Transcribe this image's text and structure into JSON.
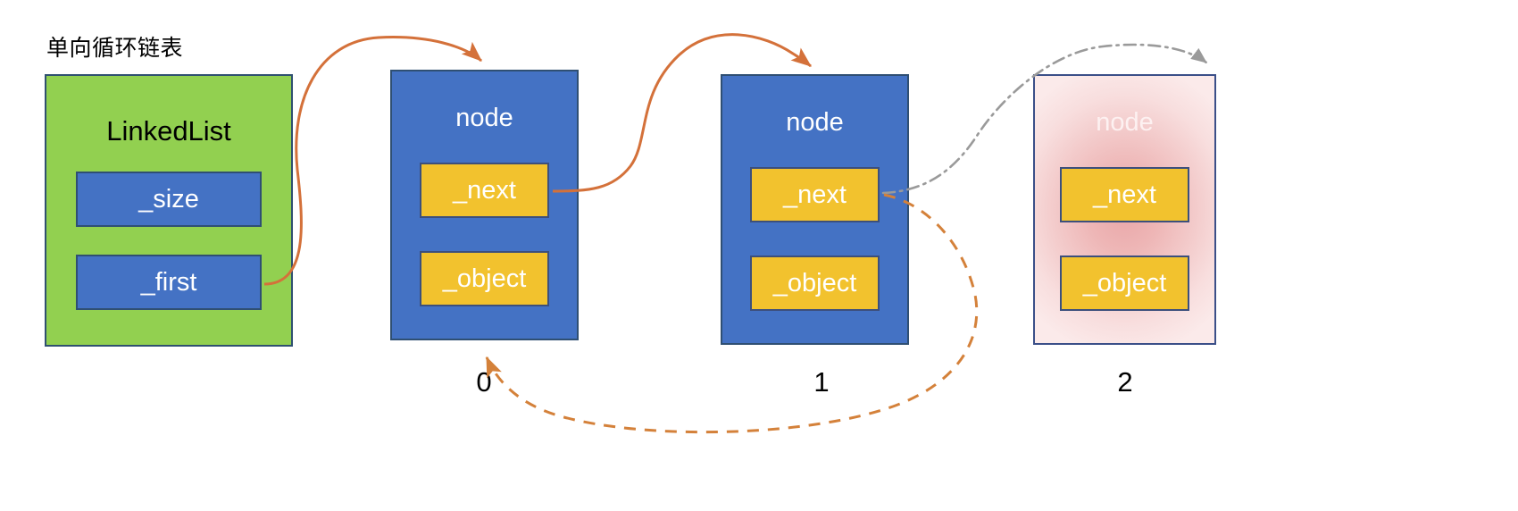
{
  "diagram": {
    "title": "单向循环链表",
    "background_color": "#ffffff"
  },
  "linked_list": {
    "label": "LinkedList",
    "fill_color": "#92d050",
    "border_color": "#2f5070",
    "fields": [
      {
        "label": "_size",
        "fill_color": "#4472c4",
        "text_color": "#ffffff"
      },
      {
        "label": "_first",
        "fill_color": "#4472c4",
        "text_color": "#ffffff"
      }
    ]
  },
  "nodes": [
    {
      "label": "node",
      "index_label": "0",
      "state": "active",
      "fill_color": "#4472c4",
      "border_color": "#2f4f73",
      "fields": [
        {
          "label": "_next",
          "fill_color": "#f2c22e",
          "text_color": "#ffffff"
        },
        {
          "label": "_object",
          "fill_color": "#f2c22e",
          "text_color": "#ffffff"
        }
      ]
    },
    {
      "label": "node",
      "index_label": "1",
      "state": "active",
      "fill_color": "#4472c4",
      "border_color": "#2f4f73",
      "fields": [
        {
          "label": "_next",
          "fill_color": "#f2c22e",
          "text_color": "#ffffff"
        },
        {
          "label": "_object",
          "fill_color": "#f2c22e",
          "text_color": "#ffffff"
        }
      ]
    },
    {
      "label": "node",
      "index_label": "2",
      "state": "removed",
      "fill_color": "#eeb6b6",
      "border_color": "#3b4f88",
      "fields": [
        {
          "label": "_next",
          "fill_color": "#f2c22e",
          "text_color": "#ffffff"
        },
        {
          "label": "_object",
          "fill_color": "#f2c22e",
          "text_color": "#ffffff"
        }
      ]
    }
  ],
  "arrows": [
    {
      "name": "first-to-node0",
      "style": "solid",
      "color": "#d4713a",
      "from": "_first",
      "to": "node 0 top"
    },
    {
      "name": "node0-next-to-node1",
      "style": "solid",
      "color": "#d4713a",
      "from": "node 0 _next",
      "to": "node 1 top"
    },
    {
      "name": "node1-next-to-node2-broken",
      "style": "dash-dot",
      "color": "#9a9a9a",
      "from": "node 1 _next",
      "to": "node 2 top"
    },
    {
      "name": "node1-next-to-node0-new",
      "style": "dashed",
      "color": "#d4813a",
      "from": "node 1 _next",
      "to": "node 0 bottom"
    }
  ]
}
